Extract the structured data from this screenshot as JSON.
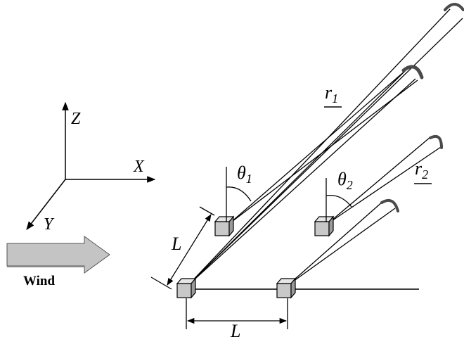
{
  "axes": {
    "z": "Z",
    "x": "X",
    "y": "Y"
  },
  "wind_label": "Wind",
  "theta1": {
    "symbol": "θ",
    "sub": "1"
  },
  "theta2": {
    "symbol": "θ",
    "sub": "2"
  },
  "r1": {
    "symbol": "r",
    "sub": "1"
  },
  "r2": {
    "symbol": "r",
    "sub": "2"
  },
  "length_label": "L",
  "colors": {
    "line": "#000000",
    "box_face": "#c8c8c8",
    "box_top": "#e6e6e6",
    "box_side": "#9a9a9a",
    "arrow_fill": "#c4c4c4",
    "kite": "#4a4a4a"
  }
}
